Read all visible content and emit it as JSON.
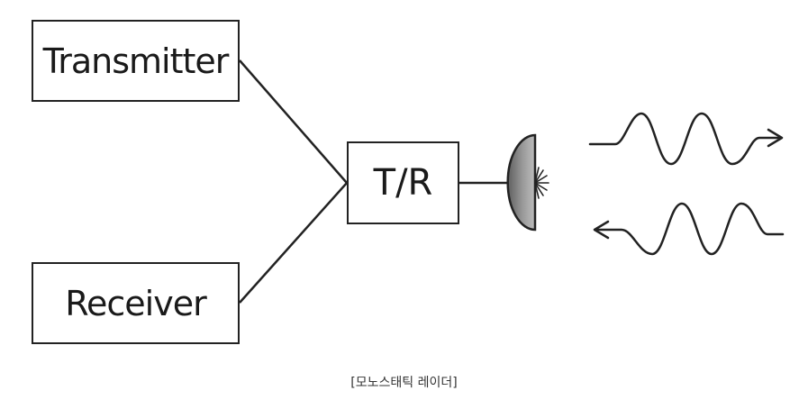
{
  "diagram": {
    "transmitter_label": "Transmitter",
    "receiver_label": "Receiver",
    "tr_switch_label": "T/R",
    "caption": "[모노스태틱 레이더]",
    "icons": {
      "antenna": "dish-antenna-icon",
      "outgoing_wave": "wave-arrow-right-icon",
      "incoming_wave": "wave-arrow-left-icon"
    },
    "colors": {
      "line": "#222222",
      "antenna_fill": "#8c8c8c"
    }
  }
}
